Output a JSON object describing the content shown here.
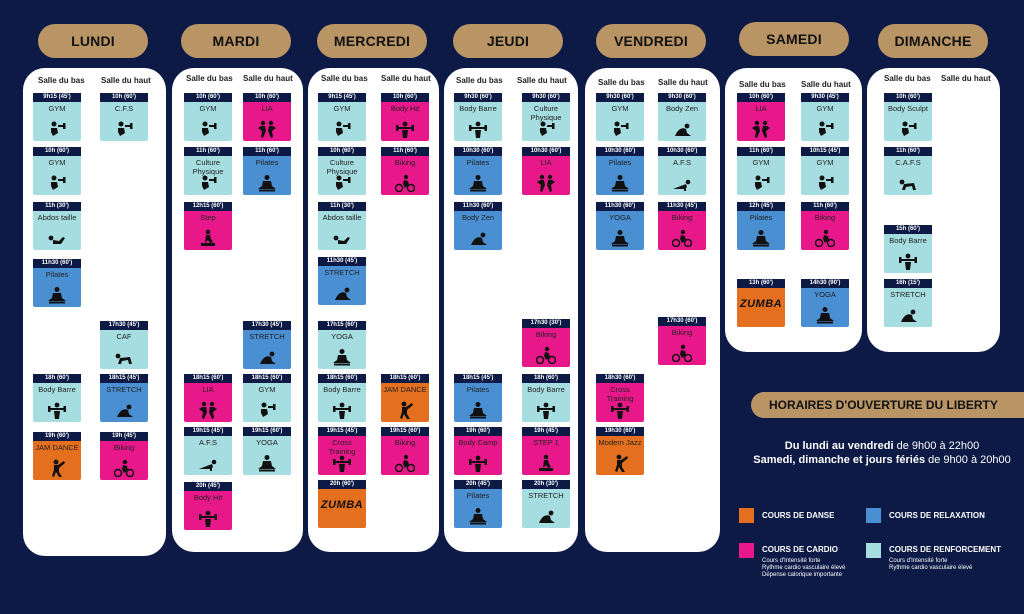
{
  "days": [
    {
      "name": "LUNDI",
      "col": {
        "top_label": "Salle du bas",
        "top_label2": "Salle du haut"
      }
    },
    {
      "name": "MARDI",
      "col": {
        "top_label": "Salle du bas",
        "top_label2": "Salle du haut"
      }
    },
    {
      "name": "MERCREDI",
      "col": {
        "top_label": "Salle du bas",
        "top_label2": "Salle du haut"
      }
    },
    {
      "name": "JEUDI",
      "col": {
        "top_label": "Salle du bas",
        "top_label2": "Salle du haut"
      }
    },
    {
      "name": "VENDREDI",
      "col": {
        "top_label": "Salle du bas",
        "top_label2": "Salle du haut"
      }
    },
    {
      "name": "SAMEDI",
      "col": {
        "top_label": "Salle du bas",
        "top_label2": "Salle du haut"
      }
    },
    {
      "name": "DIMANCHE",
      "col": {
        "top_label": "Salle du bas",
        "top_label2": "Salle du haut"
      }
    }
  ],
  "colors": {
    "danse": "#e46f1f",
    "cardio": "#e8188b",
    "relax": "#4a8fd1",
    "renf": "#a6dde0"
  },
  "classes": [
    {
      "day": 0,
      "room": "bas",
      "time": "9h15 (45')",
      "name": "GYM",
      "type": "renf",
      "icon": "dumbbell-icon"
    },
    {
      "day": 0,
      "room": "bas",
      "time": "10h (60')",
      "name": "GYM",
      "type": "renf",
      "icon": "dumbbell-icon"
    },
    {
      "day": 0,
      "room": "bas",
      "time": "11h (30')",
      "name": "Abdos taille",
      "type": "renf",
      "icon": "situp-icon"
    },
    {
      "day": 0,
      "room": "bas",
      "time": "11h30 (60')",
      "name": "Pilates",
      "type": "relax",
      "icon": "meditation-icon"
    },
    {
      "day": 0,
      "room": "bas",
      "time": "18h (60')",
      "name": "Body Barre",
      "type": "renf",
      "icon": "barbell-icon"
    },
    {
      "day": 0,
      "room": "bas",
      "time": "19h (60')",
      "name": "JAM DANCE",
      "type": "danse",
      "icon": "dancer-icon"
    },
    {
      "day": 0,
      "room": "haut",
      "time": "10h (60')",
      "name": "C.F.S",
      "type": "renf",
      "icon": "dumbbell-icon"
    },
    {
      "day": 0,
      "room": "haut",
      "time": "17h30 (45')",
      "name": "CAF",
      "type": "renf",
      "icon": "squat-icon"
    },
    {
      "day": 0,
      "room": "haut",
      "time": "18h15 (45')",
      "name": "STRETCH",
      "type": "relax",
      "icon": "stretch-icon"
    },
    {
      "day": 0,
      "room": "haut",
      "time": "19h (45')",
      "name": "Biking",
      "type": "cardio",
      "icon": "bike-icon"
    },
    {
      "day": 1,
      "room": "bas",
      "time": "10h (60')",
      "name": "GYM",
      "type": "renf",
      "icon": "dumbbell-icon"
    },
    {
      "day": 1,
      "room": "bas",
      "time": "11h (60')",
      "name": "Culture Physique",
      "type": "renf",
      "icon": "dumbbell-icon"
    },
    {
      "day": 1,
      "room": "bas",
      "time": "12h15 (60')",
      "name": "Step",
      "type": "cardio",
      "icon": "step-icon"
    },
    {
      "day": 1,
      "room": "bas",
      "time": "18h15 (60')",
      "name": "LIA",
      "type": "cardio",
      "icon": "dancers-icon"
    },
    {
      "day": 1,
      "room": "bas",
      "time": "19h15 (45')",
      "name": "A.F.S",
      "type": "renf",
      "icon": "pushup-icon"
    },
    {
      "day": 1,
      "room": "bas",
      "time": "20h (45')",
      "name": "Body Hit",
      "type": "cardio",
      "icon": "barbell-icon"
    },
    {
      "day": 1,
      "room": "haut",
      "time": "10h (60')",
      "name": "LIA",
      "type": "cardio",
      "icon": "dancers-icon"
    },
    {
      "day": 1,
      "room": "haut",
      "time": "11h (60')",
      "name": "Pilates",
      "type": "relax",
      "icon": "meditation-icon"
    },
    {
      "day": 1,
      "room": "haut",
      "time": "17h30 (45')",
      "name": "STRETCH",
      "type": "relax",
      "icon": "stretch-icon"
    },
    {
      "day": 1,
      "room": "haut",
      "time": "18h15 (60')",
      "name": "GYM",
      "type": "renf",
      "icon": "dumbbell-icon"
    },
    {
      "day": 1,
      "room": "haut",
      "time": "19h15 (60')",
      "name": "YOGA",
      "type": "renf",
      "icon": "meditation-icon"
    },
    {
      "day": 2,
      "room": "bas",
      "time": "9h15 (45')",
      "name": "GYM",
      "type": "renf",
      "icon": "dumbbell-icon"
    },
    {
      "day": 2,
      "room": "bas",
      "time": "10h (60')",
      "name": "Culture Physique",
      "type": "renf",
      "icon": "dumbbell-icon"
    },
    {
      "day": 2,
      "room": "bas",
      "time": "11h (30')",
      "name": "Abdos taille",
      "type": "renf",
      "icon": "situp-icon"
    },
    {
      "day": 2,
      "room": "bas",
      "time": "11h30 (45')",
      "name": "STRETCH",
      "type": "relax",
      "icon": "stretch-icon"
    },
    {
      "day": 2,
      "room": "bas",
      "time": "17h15 (60')",
      "name": "YOGA",
      "type": "renf",
      "icon": "meditation-icon"
    },
    {
      "day": 2,
      "room": "bas",
      "time": "18h15 (60')",
      "name": "Body Barre",
      "type": "renf",
      "icon": "barbell-icon"
    },
    {
      "day": 2,
      "room": "bas",
      "time": "19h15 (45')",
      "name": "Cross Training",
      "type": "cardio",
      "icon": "barbell-icon"
    },
    {
      "day": 2,
      "room": "bas",
      "time": "20h (60')",
      "name": "ZUMBA",
      "type": "danse",
      "icon": "zumba-logo"
    },
    {
      "day": 2,
      "room": "haut",
      "time": "10h (60')",
      "name": "Body Hit",
      "type": "cardio",
      "icon": "barbell-icon"
    },
    {
      "day": 2,
      "room": "haut",
      "time": "11h (60')",
      "name": "Biking",
      "type": "cardio",
      "icon": "bike-icon"
    },
    {
      "day": 2,
      "room": "haut",
      "time": "18h15 (60')",
      "name": "JAM DANCE",
      "type": "danse",
      "icon": "dancer-icon"
    },
    {
      "day": 2,
      "room": "haut",
      "time": "19h15 (60')",
      "name": "Biking",
      "type": "cardio",
      "icon": "bike-icon"
    },
    {
      "day": 3,
      "room": "bas",
      "time": "9h30 (60')",
      "name": "Body Barre",
      "type": "renf",
      "icon": "barbell-icon"
    },
    {
      "day": 3,
      "room": "bas",
      "time": "10h30 (60')",
      "name": "Pilates",
      "type": "relax",
      "icon": "meditation-icon"
    },
    {
      "day": 3,
      "room": "bas",
      "time": "11h30 (60')",
      "name": "Body Zen",
      "type": "relax",
      "icon": "stretch-icon"
    },
    {
      "day": 3,
      "room": "bas",
      "time": "18h15 (45')",
      "name": "Pilates",
      "type": "relax",
      "icon": "meditation-icon"
    },
    {
      "day": 3,
      "room": "bas",
      "time": "19h (60')",
      "name": "Body Camp",
      "type": "cardio",
      "icon": "barbell-icon"
    },
    {
      "day": 3,
      "room": "bas",
      "time": "20h (45')",
      "name": "Pilates",
      "type": "relax",
      "icon": "meditation-icon"
    },
    {
      "day": 3,
      "room": "haut",
      "time": "9h30 (60')",
      "name": "Culture Physique",
      "type": "renf",
      "icon": "dumbbell-icon"
    },
    {
      "day": 3,
      "room": "haut",
      "time": "10h30 (60')",
      "name": "LIA",
      "type": "cardio",
      "icon": "dancers-icon"
    },
    {
      "day": 3,
      "room": "haut",
      "time": "17h30 (30')",
      "name": "Biking",
      "type": "cardio",
      "icon": "bike-icon"
    },
    {
      "day": 3,
      "room": "haut",
      "time": "18h (60')",
      "name": "Body Barre",
      "type": "renf",
      "icon": "barbell-icon"
    },
    {
      "day": 3,
      "room": "haut",
      "time": "19h (45')",
      "name": "STEP 1",
      "type": "cardio",
      "icon": "step-icon"
    },
    {
      "day": 3,
      "room": "haut",
      "time": "20h (30')",
      "name": "STRETCH",
      "type": "renf",
      "icon": "stretch-icon"
    },
    {
      "day": 4,
      "room": "bas",
      "time": "9h30 (60')",
      "name": "GYM",
      "type": "renf",
      "icon": "dumbbell-icon"
    },
    {
      "day": 4,
      "room": "bas",
      "time": "10h30 (60')",
      "name": "Pilates",
      "type": "relax",
      "icon": "meditation-icon"
    },
    {
      "day": 4,
      "room": "bas",
      "time": "11h30 (60')",
      "name": "YOGA",
      "type": "relax",
      "icon": "meditation-icon"
    },
    {
      "day": 4,
      "room": "bas",
      "time": "18h30 (60')",
      "name": "Cross Training",
      "type": "cardio",
      "icon": "barbell-icon"
    },
    {
      "day": 4,
      "room": "bas",
      "time": "19h30 (60')",
      "name": "Modern Jazz",
      "type": "danse",
      "icon": "dancer-icon"
    },
    {
      "day": 4,
      "room": "haut",
      "time": "9h30 (60')",
      "name": "Body Zen",
      "type": "renf",
      "icon": "stretch-icon"
    },
    {
      "day": 4,
      "room": "haut",
      "time": "10h30 (60')",
      "name": "A.F.S",
      "type": "renf",
      "icon": "pushup-icon"
    },
    {
      "day": 4,
      "room": "haut",
      "time": "11h30 (45')",
      "name": "Biking",
      "type": "cardio",
      "icon": "bike-icon"
    },
    {
      "day": 4,
      "room": "haut",
      "time": "17h30 (60')",
      "name": "Biking",
      "type": "cardio",
      "icon": "bike-icon"
    },
    {
      "day": 5,
      "room": "bas",
      "time": "10h (60')",
      "name": "LIA",
      "type": "cardio",
      "icon": "dancers-icon"
    },
    {
      "day": 5,
      "room": "bas",
      "time": "11h (60')",
      "name": "GYM",
      "type": "renf",
      "icon": "dumbbell-icon"
    },
    {
      "day": 5,
      "room": "bas",
      "time": "12h (45')",
      "name": "Pilates",
      "type": "relax",
      "icon": "meditation-icon"
    },
    {
      "day": 5,
      "room": "bas",
      "time": "13h (60')",
      "name": "ZUMBA",
      "type": "danse",
      "icon": "zumba-logo"
    },
    {
      "day": 5,
      "room": "haut",
      "time": "9h30 (45')",
      "name": "GYM",
      "type": "renf",
      "icon": "dumbbell-icon"
    },
    {
      "day": 5,
      "room": "haut",
      "time": "10h15 (45')",
      "name": "GYM",
      "type": "renf",
      "icon": "dumbbell-icon"
    },
    {
      "day": 5,
      "room": "haut",
      "time": "11h (60')",
      "name": "Biking",
      "type": "cardio",
      "icon": "bike-icon"
    },
    {
      "day": 5,
      "room": "haut",
      "time": "14h30 (90')",
      "name": "YOGA",
      "type": "relax",
      "icon": "meditation-icon"
    },
    {
      "day": 6,
      "room": "bas",
      "time": "10h (60')",
      "name": "Body Sculpt",
      "type": "renf",
      "icon": "dumbbell-icon"
    },
    {
      "day": 6,
      "room": "bas",
      "time": "11h (60')",
      "name": "C.A.F.S",
      "type": "renf",
      "icon": "squat-icon"
    },
    {
      "day": 6,
      "room": "bas",
      "time": "15h (60')",
      "name": "Body Barre",
      "type": "renf",
      "icon": "barbell-icon"
    },
    {
      "day": 6,
      "room": "bas",
      "time": "16h (15')",
      "name": "STRETCH",
      "type": "renf",
      "icon": "stretch-icon"
    }
  ],
  "banner": "HORAIRES D'OUVERTURE DU LIBERTY",
  "hours": {
    "line1_bold": "Du lundi au vendredi",
    "line1_rest": " de 9h00 à 22h00",
    "line2_bold": "Samedi, dimanche et jours fériés",
    "line2_rest": " de 9h00 à 20h00"
  },
  "legend": {
    "danse": "COURS DE DANSE",
    "relax": "COURS DE RELAXATION",
    "cardio": "COURS DE CARDIO",
    "renf": "COURS DE RENFORCEMENT",
    "cardio_sub": "Cours d'Intensité forte\nRythme cardio vasculaire élevé\nDépense calorique importante",
    "renf_sub": "Cours d'Intensité forte\nRythme cardio vasculaire élevé"
  }
}
